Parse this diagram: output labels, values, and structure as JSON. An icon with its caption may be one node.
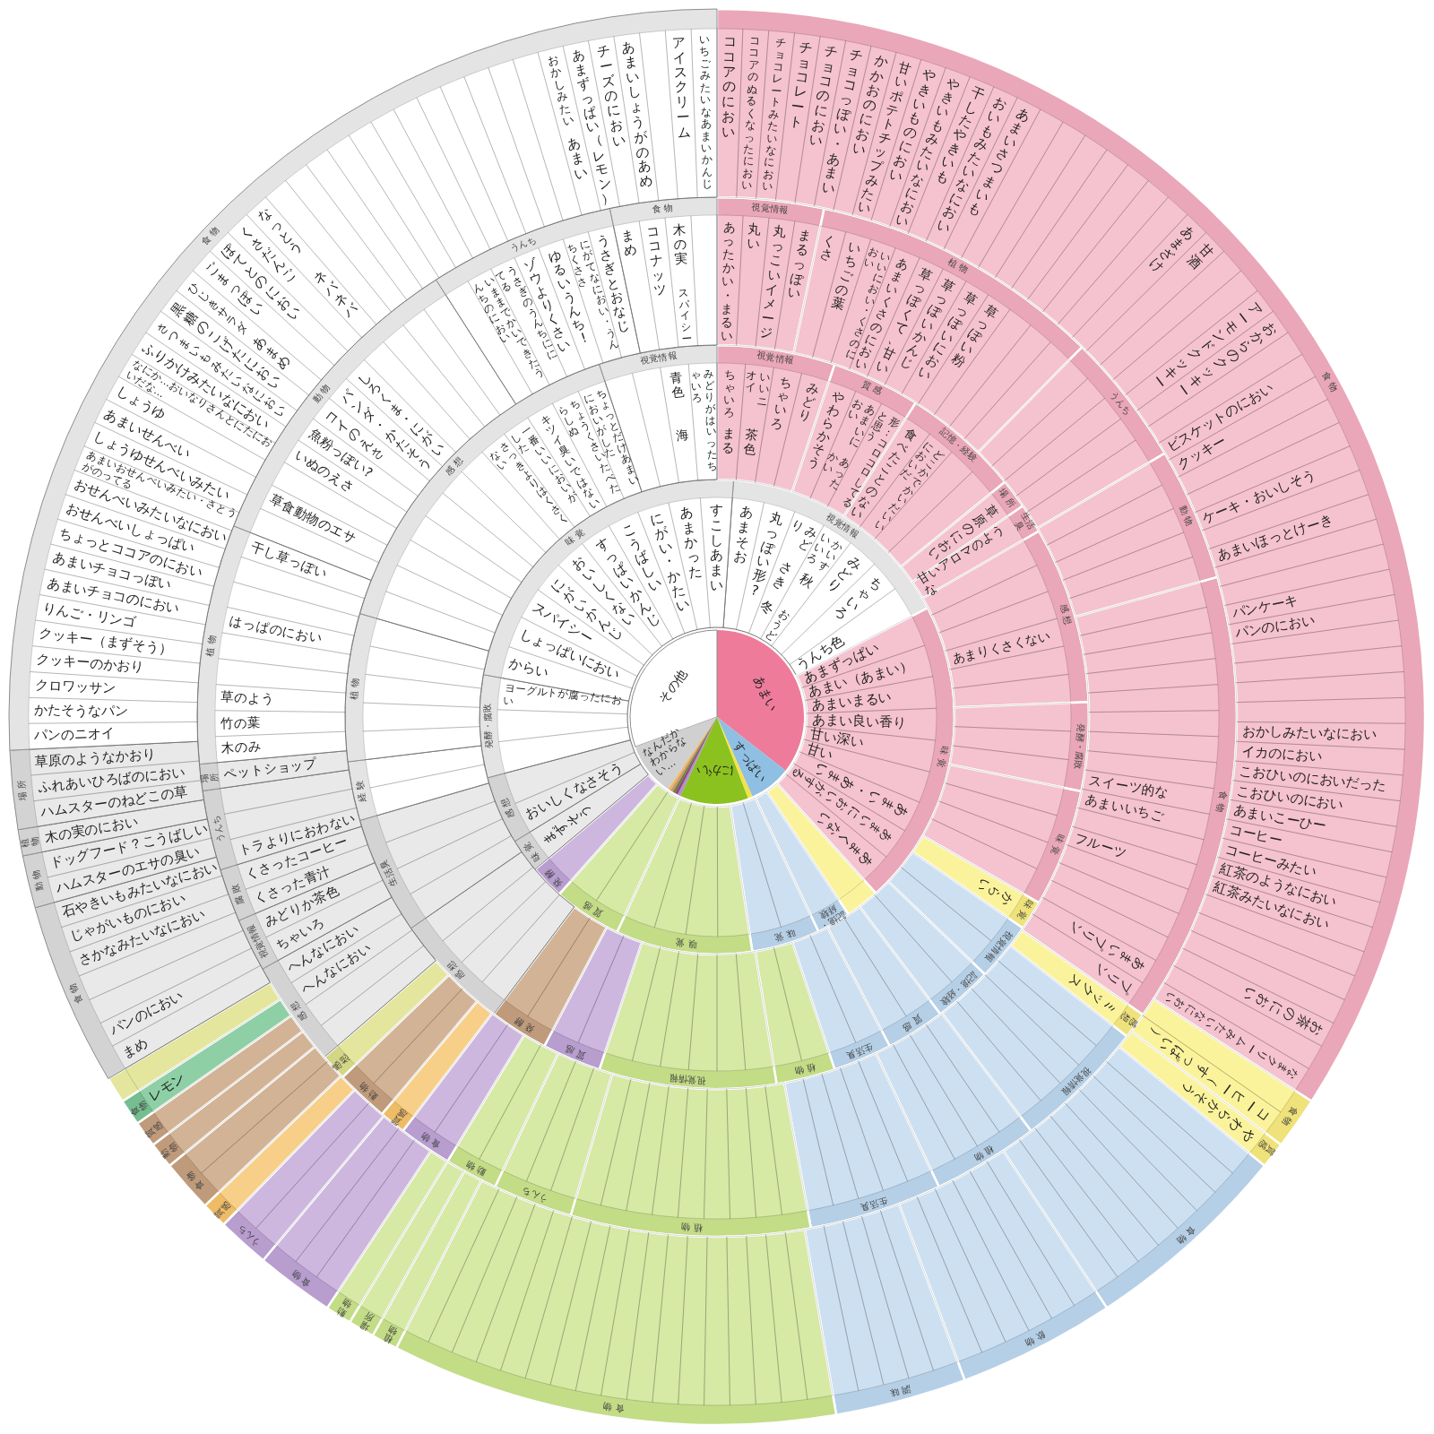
{
  "diagram": {
    "nodes": [
      {
        "text": [
          "あまい"
        ]
      },
      {
        "text": [
          "すっぱい"
        ]
      },
      {
        "text": [],
        "shape": "wedge"
      },
      {
        "text": [
          "にがい"
        ]
      },
      {
        "text": [],
        "shape": "wedge"
      },
      {
        "text": [],
        "shape": "wedge"
      },
      {
        "text": [],
        "shape": "wedge"
      },
      {
        "text": [],
        "shape": "wedge"
      },
      {
        "text": [],
        "shape": "wedge"
      },
      {
        "text": [
          "なんだかわからない…"
        ]
      },
      {
        "text": [
          "その他"
        ]
      },
      {
        "text": [
          "視覚情報"
        ]
      },
      {
        "text": [
          "味覚"
        ]
      },
      {
        "text": [],
        "shape": "wedge"
      },
      {
        "text": [
          "記憶・経験"
        ]
      },
      {
        "text": [
          "味覚"
        ]
      },
      {
        "text": [
          "嗅覚"
        ]
      },
      {
        "text": [
          "質感"
        ]
      },
      {
        "text": [
          "発酵"
        ]
      },
      {
        "text": [
          "味覚"
        ]
      },
      {
        "text": [
          "感想"
        ]
      },
      {
        "text": [
          "発酵・腐敗"
        ]
      },
      {
        "text": [
          "味覚"
        ]
      },
      {
        "text": [
          "視覚情報"
        ]
      },
      {
        "text": [
          "質感"
        ]
      },
      {
        "text": [
          "記憶・経験"
        ]
      },
      {
        "text": [
          "場所"
        ]
      },
      {
        "text": [
          "生活臭"
        ]
      },
      {
        "text": [
          "感想"
        ]
      },
      {
        "text": [
          "発酵・腐敗"
        ]
      },
      {
        "text": [
          "味覚"
        ]
      },
      {
        "text": [
          "味覚"
        ]
      },
      {
        "text": [
          "視覚情報"
        ]
      },
      {
        "text": [
          "記憶・経験"
        ]
      },
      {
        "text": [
          "質感"
        ]
      },
      {
        "text": [
          "生活臭"
        ]
      },
      {
        "text": [
          "植物"
        ]
      },
      {
        "text": [
          "視覚情報"
        ]
      },
      {
        "text": [
          "質感"
        ]
      },
      {
        "text": [
          "発酵"
        ]
      },
      {
        "text": [
          "感想"
        ]
      },
      {
        "text": [
          "生活臭"
        ]
      },
      {
        "text": [
          "経験"
        ]
      },
      {
        "text": [
          "植物"
        ]
      },
      {
        "text": [
          "感想"
        ]
      },
      {
        "text": [
          "視覚情報"
        ]
      },
      {
        "text": [
          "視覚情報"
        ]
      },
      {
        "text": [
          "植物"
        ]
      },
      {
        "text": [
          "うんち"
        ]
      },
      {
        "text": [
          "動物"
        ]
      },
      {
        "text": [
          "食物"
        ]
      },
      {
        "text": [
          "感想"
        ]
      },
      {
        "text": [
          "視覚情報"
        ]
      },
      {
        "text": [
          "植物"
        ]
      },
      {
        "text": [
          "生活臭"
        ]
      },
      {
        "text": [
          "植物"
        ]
      },
      {
        "text": [
          "うんち"
        ]
      },
      {
        "text": [
          "動物"
        ]
      },
      {
        "text": [
          "食物"
        ]
      },
      {
        "text": [
          "質感"
        ]
      },
      {
        "text": [
          "動物"
        ]
      },
      {
        "text": [
          "感想"
        ]
      },
      {
        "text": [
          "感想"
        ]
      },
      {
        "text": [
          "視覚情報"
        ]
      },
      {
        "text": [
          "腐敗"
        ]
      },
      {
        "text": [
          "うんち"
        ]
      },
      {
        "text": [
          "場所"
        ]
      },
      {
        "text": [
          "植物"
        ]
      },
      {
        "text": [
          "動物"
        ]
      },
      {
        "text": [
          "うんち"
        ]
      },
      {
        "text": [
          "食物"
        ]
      },
      {
        "text": [
          "食物"
        ]
      },
      {
        "text": [
          "食物"
        ]
      },
      {
        "text": [
          "質感"
        ]
      },
      {
        "text": [
          "食物"
        ]
      },
      {
        "text": [
          "飲物"
        ]
      },
      {
        "text": [
          "調味"
        ]
      },
      {
        "text": [
          "食物"
        ]
      },
      {
        "text": [
          "植物"
        ]
      },
      {
        "text": [
          "場所"
        ]
      },
      {
        "text": [
          "動物"
        ]
      },
      {
        "text": [
          "食物"
        ]
      },
      {
        "text": [
          "うんち"
        ]
      },
      {
        "text": [
          "質感"
        ]
      },
      {
        "text": [
          "食物"
        ]
      },
      {
        "text": [
          "動物"
        ]
      },
      {
        "text": [
          "質感"
        ]
      },
      {
        "text": [
          "食物"
        ]
      },
      {
        "text": [],
        "shape": "wedge"
      },
      {
        "text": [
          "食物"
        ]
      },
      {
        "text": [
          "動物"
        ]
      },
      {
        "text": [
          "植物"
        ]
      },
      {
        "text": [
          "場所"
        ]
      },
      {
        "text": [
          "食物"
        ]
      },
      {
        "text": [
          "あまそお"
        ],
        "in": 11
      },
      {
        "text": [
          "丸っぽい形?"
        ],
        "in": 11
      },
      {
        "text": [
          "みどり",
          "さき",
          "冬"
        ],
        "in": 11
      },
      {
        "text": [
          "かいすいいろ",
          "秋",
          "おうど"
        ],
        "in": 11
      },
      {
        "text": [
          "みどり"
        ],
        "in": 11
      },
      {
        "text": [
          "ちゃいろ"
        ],
        "in": 11
      },
      {
        "text": [
          "うんち色"
        ],
        "in": 11
      },
      {
        "text": [
          "あまずっぱい"
        ],
        "in": 12
      },
      {
        "text": [
          "あまい（あまい）"
        ],
        "in": 12
      },
      {
        "text": [
          "あまいまるい"
        ],
        "in": 12
      },
      {
        "text": [
          "あまい良い香り"
        ],
        "in": 12
      },
      {
        "text": [
          "甘い深い"
        ],
        "in": 12
      },
      {
        "text": [
          "甘い"
        ],
        "in": 12
      },
      {
        "text": [
          "あまい・あまい"
        ],
        "in": 12
      },
      {
        "text": [
          "あまいにおいがする"
        ],
        "in": 12
      },
      {
        "text": [
          "あまくない"
        ],
        "in": 12
      },
      {
        "text": [],
        "shape": "wedge",
        "in": 13
      },
      {
        "text": [],
        "shape": "wedge",
        "in": 14
      },
      {
        "text": [],
        "shape": "wedge",
        "in": 15
      },
      {
        "text": [],
        "shape": "wedge",
        "in": 15
      },
      {
        "text": [],
        "shape": "wedge",
        "in": 16
      },
      {
        "text": [],
        "shape": "wedge",
        "in": 16
      },
      {
        "text": [],
        "shape": "wedge",
        "in": 16
      },
      {
        "text": [],
        "shape": "wedge",
        "in": 16
      },
      {
        "text": [],
        "shape": "wedge",
        "in": 17
      },
      {
        "text": [],
        "shape": "wedge",
        "in": 17
      },
      {
        "text": [],
        "shape": "wedge",
        "in": 18
      },
      {
        "text": [
          "まずそう"
        ],
        "in": 19
      },
      {
        "text": [
          "おいしくなさそう"
        ],
        "in": 20
      },
      {
        "text": [],
        "shape": "wedge",
        "in": 20
      },
      {
        "text": [],
        "shape": "wedge",
        "in": 21
      },
      {
        "text": [],
        "shape": "wedge",
        "in": 21
      },
      {
        "text": [
          "ヨーグルトが腐ったにおい"
        ],
        "in": 21
      },
      {
        "text": [
          "からい"
        ],
        "in": 22
      },
      {
        "text": [
          "しょっぱいにおい"
        ],
        "in": 22
      },
      {
        "text": [
          "スパイシー"
        ],
        "in": 22
      },
      {
        "text": [
          "にがいかんじ"
        ],
        "in": 22
      },
      {
        "text": [
          "おいしくない"
        ],
        "in": 22
      },
      {
        "text": [
          "すっぱいかんじ"
        ],
        "in": 22
      },
      {
        "text": [
          "こうばしい"
        ],
        "in": 22
      },
      {
        "text": [
          "にがい・かたい"
        ],
        "in": 22
      },
      {
        "text": [
          "あまかった"
        ],
        "in": 22
      },
      {
        "text": [
          "すこしあまい"
        ],
        "in": 22
      },
      {
        "text": [
          "ちゃいろ",
          "まる"
        ],
        "in": 23
      },
      {
        "text": [
          "いいニオイ",
          "茶色"
        ],
        "in": 23
      },
      {
        "text": [
          "ちゃいろ"
        ],
        "in": 23
      },
      {
        "text": [
          "みどり"
        ],
        "in": 23
      },
      {
        "text": [
          "やわらかそう"
        ],
        "in": 24
      },
      {
        "text": [
          "あまいにおい",
          "あったかい"
        ],
        "in": 24
      },
      {
        "text": [
          "形：コロコロしてると思う"
        ],
        "in": 24
      },
      {
        "text": [
          "食べたことのない"
        ],
        "in": 25
      },
      {
        "text": [
          "どこかでかいだいいにおいだ"
        ],
        "in": 25
      },
      {
        "text": [],
        "shape": "wedge",
        "in": 25
      },
      {
        "text": [],
        "shape": "wedge",
        "in": 25
      },
      {
        "text": [
          "草原のにおい"
        ],
        "in": 26
      },
      {
        "text": [
          "甘いアロマのような"
        ],
        "in": 27
      },
      {
        "text": [],
        "shape": "wedge",
        "in": 28
      },
      {
        "text": [],
        "shape": "wedge",
        "in": 28
      },
      {
        "text": [],
        "shape": "wedge",
        "in": 28
      },
      {
        "text": [
          "あまりくさくない"
        ],
        "in": 28
      },
      {
        "text": [],
        "shape": "wedge",
        "in": 28
      },
      {
        "text": [],
        "shape": "wedge",
        "in": 28
      },
      {
        "text": [],
        "shape": "wedge",
        "in": 29
      },
      {
        "text": [],
        "shape": "wedge",
        "in": 29
      },
      {
        "text": [],
        "shape": "wedge",
        "in": 29
      },
      {
        "text": [],
        "shape": "wedge",
        "in": 30
      },
      {
        "text": [],
        "shape": "wedge",
        "in": 30
      },
      {
        "text": [],
        "shape": "wedge",
        "in": 30
      },
      {
        "text": [],
        "shape": "wedge",
        "in": 30
      },
      {
        "text": [
          "からい"
        ],
        "in": 31
      },
      {
        "text": [],
        "shape": "wedge",
        "in": 32
      },
      {
        "text": [],
        "shape": "wedge",
        "in": 32
      },
      {
        "text": [],
        "shape": "wedge",
        "in": 33
      },
      {
        "text": [],
        "shape": "wedge",
        "in": 33
      },
      {
        "text": [],
        "shape": "wedge",
        "in": 34
      },
      {
        "text": [],
        "shape": "wedge",
        "in": 34
      },
      {
        "text": [],
        "shape": "wedge",
        "in": 35
      },
      {
        "text": [],
        "shape": "wedge",
        "in": 35
      },
      {
        "text": [],
        "shape": "wedge",
        "in": 36
      },
      {
        "text": [],
        "shape": "wedge",
        "in": 36
      },
      {
        "text": [],
        "shape": "wedge",
        "in": 37
      },
      {
        "text": [],
        "shape": "wedge",
        "in": 37
      },
      {
        "text": [],
        "shape": "wedge",
        "in": 37
      },
      {
        "text": [],
        "shape": "wedge",
        "in": 37
      },
      {
        "text": [],
        "shape": "wedge",
        "in": 37
      },
      {
        "text": [],
        "shape": "wedge",
        "in": 37
      },
      {
        "text": [],
        "shape": "wedge",
        "in": 38
      },
      {
        "text": [],
        "shape": "wedge",
        "in": 38
      },
      {
        "text": [],
        "shape": "wedge",
        "in": 39
      },
      {
        "text": [],
        "shape": "wedge",
        "in": 39
      },
      {
        "text": [],
        "shape": "wedge",
        "in": 40
      },
      {
        "text": [],
        "shape": "wedge",
        "in": 40
      },
      {
        "text": [],
        "shape": "wedge",
        "in": 40
      },
      {
        "text": [],
        "shape": "wedge",
        "in": 40
      },
      {
        "text": [],
        "shape": "wedge",
        "in": 41
      },
      {
        "text": [],
        "shape": "wedge",
        "in": 41
      },
      {
        "text": [],
        "shape": "wedge",
        "in": 41
      },
      {
        "text": [],
        "shape": "wedge",
        "in": 41
      },
      {
        "text": [],
        "shape": "wedge",
        "in": 42
      },
      {
        "text": [],
        "shape": "wedge",
        "in": 42
      },
      {
        "text": [],
        "shape": "wedge",
        "in": 43
      },
      {
        "text": [],
        "shape": "wedge",
        "in": 43
      },
      {
        "text": [],
        "shape": "wedge",
        "in": 43
      },
      {
        "text": [],
        "shape": "wedge",
        "in": 43
      },
      {
        "text": [],
        "shape": "wedge",
        "in": 43
      },
      {
        "text": [],
        "shape": "wedge",
        "in": 44
      },
      {
        "text": [],
        "shape": "wedge",
        "in": 44
      },
      {
        "text": [],
        "shape": "wedge",
        "in": 44
      },
      {
        "text": [],
        "shape": "wedge",
        "in": 44
      },
      {
        "text": [],
        "shape": "wedge",
        "in": 44
      },
      {
        "text": [],
        "shape": "wedge",
        "in": 44
      },
      {
        "text": [],
        "shape": "wedge",
        "in": 44
      },
      {
        "text": [
          "さっきよりはくさくない"
        ],
        "in": 44
      },
      {
        "text": [
          "一番いいにおいがした"
        ],
        "in": 44
      },
      {
        "text": [
          "キツイ臭いではない"
        ],
        "in": 44
      },
      {
        "text": [
          "ちょうくさいたべたらしぬ"
        ],
        "in": 44
      },
      {
        "text": [
          "ちょっとだけあまいにおいがした"
        ],
        "in": 44
      },
      {
        "text": [],
        "shape": "wedge",
        "in": 45
      },
      {
        "text": [],
        "shape": "wedge",
        "in": 45
      },
      {
        "text": [
          "青色",
          "海"
        ],
        "in": 45
      },
      {
        "text": [
          "みどりがはいったちゃいろ"
        ],
        "in": 45
      },
      {
        "text": [
          "あったかい・まるい"
        ],
        "in": 46
      },
      {
        "text": [
          "丸い"
        ],
        "in": 46
      },
      {
        "text": [
          "丸っこいイメージ"
        ],
        "in": 46
      },
      {
        "text": [
          "まるっぽい"
        ],
        "in": 46
      },
      {
        "text": [
          "くさ"
        ],
        "in": 47
      },
      {
        "text": [
          "いちごの葉"
        ],
        "in": 47
      },
      {
        "text": [
          "いいにおい・くさのにおい"
        ],
        "in": 47
      },
      {
        "text": [
          "あまいくさのにおい"
        ],
        "in": 47
      },
      {
        "text": [
          "草っぽくて、甘い"
        ],
        "in": 47
      },
      {
        "text": [
          "草っぽいかんじ"
        ],
        "in": 47
      },
      {
        "text": [
          "草っぽいにおい"
        ],
        "in": 47
      },
      {
        "text": [
          "草っぽい粉"
        ],
        "in": 47
      },
      {
        "text": [],
        "shape": "wedge",
        "in": 47
      },
      {
        "text": [],
        "shape": "wedge",
        "in": 47
      },
      {
        "text": [],
        "shape": "wedge",
        "in": 47
      },
      {
        "text": [],
        "shape": "wedge",
        "in": 48
      },
      {
        "text": [],
        "shape": "wedge",
        "in": 48
      },
      {
        "text": [],
        "shape": "wedge",
        "in": 48
      },
      {
        "text": [],
        "shape": "wedge",
        "in": 48
      },
      {
        "text": [],
        "shape": "wedge",
        "in": 48
      },
      {
        "text": [],
        "shape": "wedge",
        "in": 49
      },
      {
        "text": [],
        "shape": "wedge",
        "in": 49
      },
      {
        "text": [],
        "shape": "wedge",
        "in": 49
      },
      {
        "text": [],
        "shape": "wedge",
        "in": 49
      },
      {
        "text": [],
        "shape": "wedge",
        "in": 49
      },
      {
        "text": [],
        "shape": "wedge",
        "in": 50
      },
      {
        "text": [],
        "shape": "wedge",
        "in": 50
      },
      {
        "text": [],
        "shape": "wedge",
        "in": 50
      },
      {
        "text": [],
        "shape": "wedge",
        "in": 50
      },
      {
        "text": [],
        "shape": "wedge",
        "in": 50
      },
      {
        "text": [],
        "shape": "wedge",
        "in": 50
      },
      {
        "text": [],
        "shape": "wedge",
        "in": 50
      },
      {
        "text": [],
        "shape": "wedge",
        "in": 50
      },
      {
        "text": [
          "スイーツ的な"
        ],
        "in": 50
      },
      {
        "text": [
          "あまいいちご"
        ],
        "in": 50
      },
      {
        "text": [],
        "shape": "wedge",
        "in": 50
      },
      {
        "text": [
          "フルーツ"
        ],
        "in": 50
      },
      {
        "text": [],
        "shape": "wedge",
        "in": 50
      },
      {
        "text": [],
        "shape": "wedge",
        "in": 50
      },
      {
        "text": [],
        "shape": "wedge",
        "in": 50
      },
      {
        "text": [
          "あまいプリン"
        ],
        "in": 50
      },
      {
        "text": [
          "プリン"
        ],
        "in": 50
      },
      {
        "text": [
          "ミックス"
        ],
        "in": 51
      },
      {
        "text": [],
        "shape": "wedge",
        "in": 52
      },
      {
        "text": [],
        "shape": "wedge",
        "in": 52
      },
      {
        "text": [],
        "shape": "wedge",
        "in": 52
      },
      {
        "text": [],
        "shape": "wedge",
        "in": 52
      },
      {
        "text": [],
        "shape": "wedge",
        "in": 52
      },
      {
        "text": [],
        "shape": "wedge",
        "in": 53
      },
      {
        "text": [],
        "shape": "wedge",
        "in": 53
      },
      {
        "text": [],
        "shape": "wedge",
        "in": 53
      },
      {
        "text": [],
        "shape": "wedge",
        "in": 53
      },
      {
        "text": [],
        "shape": "wedge",
        "in": 54
      },
      {
        "text": [],
        "shape": "wedge",
        "in": 54
      },
      {
        "text": [],
        "shape": "wedge",
        "in": 54
      },
      {
        "text": [],
        "shape": "wedge",
        "in": 54
      },
      {
        "text": [],
        "shape": "wedge",
        "in": 54
      },
      {
        "text": [],
        "shape": "wedge",
        "in": 55
      },
      {
        "text": [],
        "shape": "wedge",
        "in": 55
      },
      {
        "text": [],
        "shape": "wedge",
        "in": 55
      },
      {
        "text": [],
        "shape": "wedge",
        "in": 55
      },
      {
        "text": [],
        "shape": "wedge",
        "in": 55
      },
      {
        "text": [],
        "shape": "wedge",
        "in": 55
      },
      {
        "text": [],
        "shape": "wedge",
        "in": 55
      },
      {
        "text": [],
        "shape": "wedge",
        "in": 55
      },
      {
        "text": [],
        "shape": "wedge",
        "in": 55
      },
      {
        "text": [],
        "shape": "wedge",
        "in": 56
      },
      {
        "text": [],
        "shape": "wedge",
        "in": 56
      },
      {
        "text": [],
        "shape": "wedge",
        "in": 56
      },
      {
        "text": [],
        "shape": "wedge",
        "in": 57
      },
      {
        "text": [],
        "shape": "wedge",
        "in": 57
      },
      {
        "text": [],
        "shape": "wedge",
        "in": 58
      },
      {
        "text": [],
        "shape": "wedge",
        "in": 58
      },
      {
        "text": [],
        "shape": "wedge",
        "in": 59
      },
      {
        "text": [],
        "shape": "wedge",
        "in": 60
      },
      {
        "text": [],
        "shape": "wedge",
        "in": 60
      },
      {
        "text": [],
        "shape": "wedge",
        "in": 61
      },
      {
        "text": [],
        "shape": "wedge",
        "in": 62
      },
      {
        "text": [],
        "shape": "wedge",
        "in": 62
      },
      {
        "text": [
          "へんなにおい"
        ],
        "in": 62
      },
      {
        "text": [
          "へんなにおい"
        ],
        "in": 62
      },
      {
        "text": [
          "ちゃいろ"
        ],
        "in": 63
      },
      {
        "text": [
          "みどりか茶色"
        ],
        "in": 63
      },
      {
        "text": [
          "くさった青汁"
        ],
        "in": 64
      },
      {
        "text": [
          "くさったコーヒー"
        ],
        "in": 64
      },
      {
        "text": [
          "トラよりにおわない"
        ],
        "in": 65
      },
      {
        "text": [],
        "shape": "wedge",
        "in": 65
      },
      {
        "text": [],
        "shape": "wedge",
        "in": 65
      },
      {
        "text": [
          "ペットショップ"
        ],
        "in": 66
      },
      {
        "text": [
          "木のみ"
        ],
        "in": 67
      },
      {
        "text": [
          "竹の葉"
        ],
        "in": 67
      },
      {
        "text": [
          "草のよう"
        ],
        "in": 67
      },
      {
        "text": [],
        "shape": "wedge",
        "in": 67
      },
      {
        "text": [],
        "shape": "wedge",
        "in": 67
      },
      {
        "text": [
          "はっぱのにおい"
        ],
        "in": 67
      },
      {
        "text": [],
        "shape": "wedge",
        "in": 67
      },
      {
        "text": [],
        "shape": "wedge",
        "in": 67
      },
      {
        "text": [
          "干し草っぽい"
        ],
        "in": 67
      },
      {
        "text": [],
        "shape": "wedge",
        "in": 68
      },
      {
        "text": [
          "草食動物のエサ"
        ],
        "in": 68
      },
      {
        "text": [],
        "shape": "wedge",
        "in": 68
      },
      {
        "text": [
          "いぬのえさ"
        ],
        "in": 68
      },
      {
        "text": [
          "魚粉っぽい?"
        ],
        "in": 68
      },
      {
        "text": [
          "コイのえさ"
        ],
        "in": 68
      },
      {
        "text": [
          "パンダ・かたそう"
        ],
        "in": 68
      },
      {
        "text": [
          "しろくま・にがい"
        ],
        "in": 68
      },
      {
        "text": [],
        "shape": "wedge",
        "in": 68
      },
      {
        "text": [],
        "shape": "wedge",
        "in": 68
      },
      {
        "text": [],
        "shape": "wedge",
        "in": 68
      },
      {
        "text": [],
        "shape": "wedge",
        "in": 68
      },
      {
        "text": [],
        "shape": "wedge",
        "in": 69
      },
      {
        "text": [
          "いままでかいできたうんちのにおい"
        ],
        "in": 69
      },
      {
        "text": [
          "うさぎのうんちににてる"
        ],
        "in": 69
      },
      {
        "text": [
          "ゾウよりくさい"
        ],
        "in": 69
      },
      {
        "text": [
          "ゆるいうんち!"
        ],
        "in": 69
      },
      {
        "text": [
          "にがてなにおい・うんちくささ"
        ],
        "in": 69
      },
      {
        "text": [
          "うさぎとおなじ"
        ],
        "in": 69
      },
      {
        "text": [
          "まめ"
        ],
        "in": 70
      },
      {
        "text": [
          "ココナッツ"
        ],
        "in": 70
      },
      {
        "text": [
          "木の実",
          "スパイシー"
        ],
        "in": 70
      },
      {
        "text": [],
        "shape": "wedge",
        "in": 70
      },
      {
        "text": [
          "ココアのにおい"
        ],
        "in": 71
      },
      {
        "text": [
          "ココアのぬるくなったにおい"
        ],
        "in": 71
      },
      {
        "text": [
          "チョコレートみたいなにおい"
        ],
        "in": 71
      },
      {
        "text": [
          "チョコレート"
        ],
        "in": 71
      },
      {
        "text": [
          "チョコのにおい"
        ],
        "in": 71
      },
      {
        "text": [
          "チョコっぽい・あまい"
        ],
        "in": 71
      },
      {
        "text": [
          "かかおのにおい"
        ],
        "in": 71
      },
      {
        "text": [
          "甘いポテトチップみたい"
        ],
        "in": 71
      },
      {
        "text": [
          "やきいものにおい"
        ],
        "in": 71
      },
      {
        "text": [
          "やきいもみたいなにおい"
        ],
        "in": 71
      },
      {
        "text": [
          "干したやきいも"
        ],
        "in": 71
      },
      {
        "text": [
          "おいもみたいなにおい"
        ],
        "in": 71
      },
      {
        "text": [
          "あまいさつまいも"
        ],
        "in": 71
      },
      {
        "text": [],
        "shape": "wedge",
        "in": 71
      },
      {
        "text": [],
        "shape": "wedge",
        "in": 71
      },
      {
        "text": [],
        "shape": "wedge",
        "in": 71
      },
      {
        "text": [],
        "shape": "wedge",
        "in": 71
      },
      {
        "text": [],
        "shape": "wedge",
        "in": 71
      },
      {
        "text": [],
        "shape": "wedge",
        "in": 71
      },
      {
        "text": [],
        "shape": "wedge",
        "in": 71
      },
      {
        "text": [
          "あまざけ"
        ],
        "in": 71
      },
      {
        "text": [
          "甘酒"
        ],
        "in": 71
      },
      {
        "text": [],
        "shape": "wedge",
        "in": 71
      },
      {
        "text": [],
        "shape": "wedge",
        "in": 71
      },
      {
        "text": [
          "アーモンドクッキー"
        ],
        "in": 71
      },
      {
        "text": [
          "おからのクッキー"
        ],
        "in": 71
      },
      {
        "text": [],
        "shape": "wedge",
        "in": 71
      },
      {
        "text": [
          "ビスケットのにおい"
        ],
        "in": 71
      },
      {
        "text": [
          "クッキー"
        ],
        "in": 71
      },
      {
        "text": [],
        "shape": "wedge",
        "in": 71
      },
      {
        "text": [],
        "shape": "wedge",
        "in": 71
      },
      {
        "text": [
          "ケーキ・おいしそう"
        ],
        "in": 71
      },
      {
        "text": [],
        "shape": "wedge",
        "in": 71
      },
      {
        "text": [
          "あまいほっとけーき"
        ],
        "in": 71
      },
      {
        "text": [],
        "shape": "wedge",
        "in": 71
      },
      {
        "text": [],
        "shape": "wedge",
        "in": 71
      },
      {
        "text": [
          "パンケーキ"
        ],
        "in": 71
      },
      {
        "text": [
          "パンのにおい"
        ],
        "in": 71
      },
      {
        "text": [],
        "shape": "wedge",
        "in": 71
      },
      {
        "text": [],
        "shape": "wedge",
        "in": 71
      },
      {
        "text": [],
        "shape": "wedge",
        "in": 71
      },
      {
        "text": [],
        "shape": "wedge",
        "in": 71
      },
      {
        "text": [
          "おかしみたいなにおい"
        ],
        "in": 71
      },
      {
        "text": [
          "イカのにおい"
        ],
        "in": 71
      },
      {
        "text": [
          "こおひいのにおいだった"
        ],
        "in": 71
      },
      {
        "text": [
          "こおひいのにおい"
        ],
        "in": 71
      },
      {
        "text": [
          "あまいこーひー"
        ],
        "in": 71
      },
      {
        "text": [
          "コーヒー"
        ],
        "in": 71
      },
      {
        "text": [
          "コーヒーみたい"
        ],
        "in": 71
      },
      {
        "text": [
          "紅茶のようなにおい"
        ],
        "in": 71
      },
      {
        "text": [
          "紅茶みたいなにおい"
        ],
        "in": 71
      },
      {
        "text": [],
        "shape": "wedge",
        "in": 71
      },
      {
        "text": [],
        "shape": "wedge",
        "in": 71
      },
      {
        "text": [],
        "shape": "wedge",
        "in": 71
      },
      {
        "text": [
          "お茶のにおい"
        ],
        "in": 71
      },
      {
        "text": [],
        "shape": "wedge",
        "in": 71
      },
      {
        "text": [
          "なまクリームみたいなにおい"
        ],
        "in": 71
      },
      {
        "text": [],
        "shape": "wedge",
        "in": 72
      },
      {
        "text": [
          "コーヒー（すっぱい）"
        ],
        "in": 72
      },
      {
        "text": [
          "やわらかそう"
        ],
        "in": 73
      },
      {
        "text": [],
        "shape": "wedge",
        "in": 74
      },
      {
        "text": [],
        "shape": "wedge",
        "in": 74
      },
      {
        "text": [],
        "shape": "wedge",
        "in": 74
      },
      {
        "text": [],
        "shape": "wedge",
        "in": 74
      },
      {
        "text": [],
        "shape": "wedge",
        "in": 74
      },
      {
        "text": [],
        "shape": "wedge",
        "in": 74
      },
      {
        "text": [],
        "shape": "wedge",
        "in": 74
      },
      {
        "text": [],
        "shape": "wedge",
        "in": 74
      },
      {
        "text": [],
        "shape": "wedge",
        "in": 75
      },
      {
        "text": [],
        "shape": "wedge",
        "in": 75
      },
      {
        "text": [],
        "shape": "wedge",
        "in": 75
      },
      {
        "text": [],
        "shape": "wedge",
        "in": 75
      },
      {
        "text": [],
        "shape": "wedge",
        "in": 75
      },
      {
        "text": [],
        "shape": "wedge",
        "in": 75
      },
      {
        "text": [],
        "shape": "wedge",
        "in": 76
      },
      {
        "text": [],
        "shape": "wedge",
        "in": 76
      },
      {
        "text": [],
        "shape": "wedge",
        "in": 76
      },
      {
        "text": [],
        "shape": "wedge",
        "in": 76
      },
      {
        "text": [],
        "shape": "wedge",
        "in": 76
      },
      {
        "text": [],
        "shape": "wedge",
        "in": 77
      },
      {
        "text": [],
        "shape": "wedge",
        "in": 77
      },
      {
        "text": [],
        "shape": "wedge",
        "in": 77
      },
      {
        "text": [],
        "shape": "wedge",
        "in": 77
      },
      {
        "text": [],
        "shape": "wedge",
        "in": 77
      },
      {
        "text": [],
        "shape": "wedge",
        "in": 77
      },
      {
        "text": [],
        "shape": "wedge",
        "in": 77
      },
      {
        "text": [],
        "shape": "wedge",
        "in": 77
      },
      {
        "text": [],
        "shape": "wedge",
        "in": 77
      },
      {
        "text": [],
        "shape": "wedge",
        "in": 77
      },
      {
        "text": [],
        "shape": "wedge",
        "in": 77
      },
      {
        "text": [],
        "shape": "wedge",
        "in": 77
      },
      {
        "text": [],
        "shape": "wedge",
        "in": 77
      },
      {
        "text": [],
        "shape": "wedge",
        "in": 77
      },
      {
        "text": [],
        "shape": "wedge",
        "in": 77
      },
      {
        "text": [],
        "shape": "wedge",
        "in": 77
      },
      {
        "text": [],
        "shape": "wedge",
        "in": 77
      },
      {
        "text": [],
        "shape": "wedge",
        "in": 78
      },
      {
        "text": [],
        "shape": "wedge",
        "in": 79
      },
      {
        "text": [],
        "shape": "wedge",
        "in": 80
      },
      {
        "text": [],
        "shape": "wedge",
        "in": 81
      },
      {
        "text": [],
        "shape": "wedge",
        "in": 81
      },
      {
        "text": [],
        "shape": "wedge",
        "in": 81
      },
      {
        "text": [],
        "shape": "wedge",
        "in": 82
      },
      {
        "text": [],
        "shape": "wedge",
        "in": 82
      },
      {
        "text": [],
        "shape": "wedge",
        "in": 83
      },
      {
        "text": [],
        "shape": "wedge",
        "in": 84
      },
      {
        "text": [],
        "shape": "wedge",
        "in": 84
      },
      {
        "text": [],
        "shape": "wedge",
        "in": 85
      },
      {
        "text": [],
        "shape": "wedge",
        "in": 86
      },
      {
        "text": [
          "レモン"
        ],
        "in": 87
      },
      {
        "text": [],
        "shape": "wedge",
        "in": 88
      },
      {
        "text": [
          "まめ"
        ],
        "in": 89
      },
      {
        "text": [
          "パンのにおい"
        ],
        "in": 89
      },
      {
        "text": [],
        "shape": "wedge",
        "in": 89
      },
      {
        "text": [],
        "shape": "wedge",
        "in": 89
      },
      {
        "text": [
          "さかなみたいなにおい"
        ],
        "in": 89
      },
      {
        "text": [
          "じゃがいものにおい"
        ],
        "in": 89
      },
      {
        "text": [
          "石やきいもみたいなにおい"
        ],
        "in": 89
      },
      {
        "text": [
          "ハムスターのエサの臭い"
        ],
        "in": 90
      },
      {
        "text": [
          "ドッグフード？こうばしい"
        ],
        "in": 90
      },
      {
        "text": [
          "木の実のにおい"
        ],
        "in": 91
      },
      {
        "text": [
          "ハムスターのねどこの草"
        ],
        "in": 92
      },
      {
        "text": [
          "ふれあいひろばのにおい"
        ],
        "in": 92
      },
      {
        "text": [
          "草原のようなかおり"
        ],
        "in": 92
      },
      {
        "text": [
          "パンのニオイ"
        ],
        "in": 93
      },
      {
        "text": [
          "かたそうなパン"
        ],
        "in": 93
      },
      {
        "text": [
          "クロワッサン"
        ],
        "in": 93
      },
      {
        "text": [
          "クッキーのかおり"
        ],
        "in": 93
      },
      {
        "text": [
          "クッキー（まずそう）"
        ],
        "in": 93
      },
      {
        "text": [
          "りんご・リンゴ"
        ],
        "in": 93
      },
      {
        "text": [
          "あまいチョコのにおい"
        ],
        "in": 93
      },
      {
        "text": [
          "あまいチョコっぽい"
        ],
        "in": 93
      },
      {
        "text": [
          "ちょっとココアのにおい"
        ],
        "in": 93
      },
      {
        "text": [
          "おせんべいしょっぱい"
        ],
        "in": 93
      },
      {
        "text": [
          "おせんべいみたいなにおい"
        ],
        "in": 93
      },
      {
        "text": [
          "あまいおせんべいみたい・さとうがのってる"
        ],
        "in": 93
      },
      {
        "text": [
          "しょうゆせんべいみたい"
        ],
        "in": 93
      },
      {
        "text": [
          "あまいせんべい"
        ],
        "in": 93
      },
      {
        "text": [
          "しょうゆ"
        ],
        "in": 93
      },
      {
        "text": [
          "なにか…おいなりさんとにたにおいだな…"
        ],
        "in": 93
      },
      {
        "text": [
          "ふりかけみたいなにおい"
        ],
        "in": 93
      },
      {
        "text": [
          "さつまいもみたいなにおい"
        ],
        "in": 93
      },
      {
        "text": [
          "黒糖のこげたにおい"
        ],
        "in": 93
      },
      {
        "text": [
          "ひじきサラダ",
          "あまめ"
        ],
        "in": 93
      },
      {
        "text": [
          "ごまっぽい"
        ],
        "in": 93
      },
      {
        "text": [
          "ぽてとのにおい"
        ],
        "in": 93
      },
      {
        "text": [
          "くさだんご"
        ],
        "in": 93
      },
      {
        "text": [
          "なっとう",
          "ネバネバ"
        ],
        "in": 93
      },
      {
        "text": [],
        "shape": "wedge",
        "in": 93
      },
      {
        "text": [],
        "shape": "wedge",
        "in": 93
      },
      {
        "text": [],
        "shape": "wedge",
        "in": 93
      },
      {
        "text": [],
        "shape": "wedge",
        "in": 93
      },
      {
        "text": [],
        "shape": "wedge",
        "in": 93
      },
      {
        "text": [],
        "shape": "wedge",
        "in": 93
      },
      {
        "text": [],
        "shape": "wedge",
        "in": 93
      },
      {
        "text": [],
        "shape": "wedge",
        "in": 93
      },
      {
        "text": [],
        "shape": "wedge",
        "in": 93
      },
      {
        "text": [],
        "shape": "wedge",
        "in": 93
      },
      {
        "text": [],
        "shape": "wedge",
        "in": 93
      },
      {
        "text": [],
        "shape": "wedge",
        "in": 93
      },
      {
        "text": [
          "おかしみたい",
          "あまい"
        ],
        "in": 93
      },
      {
        "text": [
          "あまずっぱい（レモン）"
        ],
        "in": 93
      },
      {
        "text": [
          "チーズのにおい"
        ],
        "in": 93
      },
      {
        "text": [
          "あまいしょうがのあめ"
        ],
        "in": 93
      },
      {
        "text": [],
        "shape": "wedge",
        "in": 93
      },
      {
        "text": [
          "アイスクリーム"
        ],
        "in": 93
      },
      {
        "text": [
          "いちごみたいなあまいかんじ"
        ],
        "in": 93
      }
    ]
  }
}
